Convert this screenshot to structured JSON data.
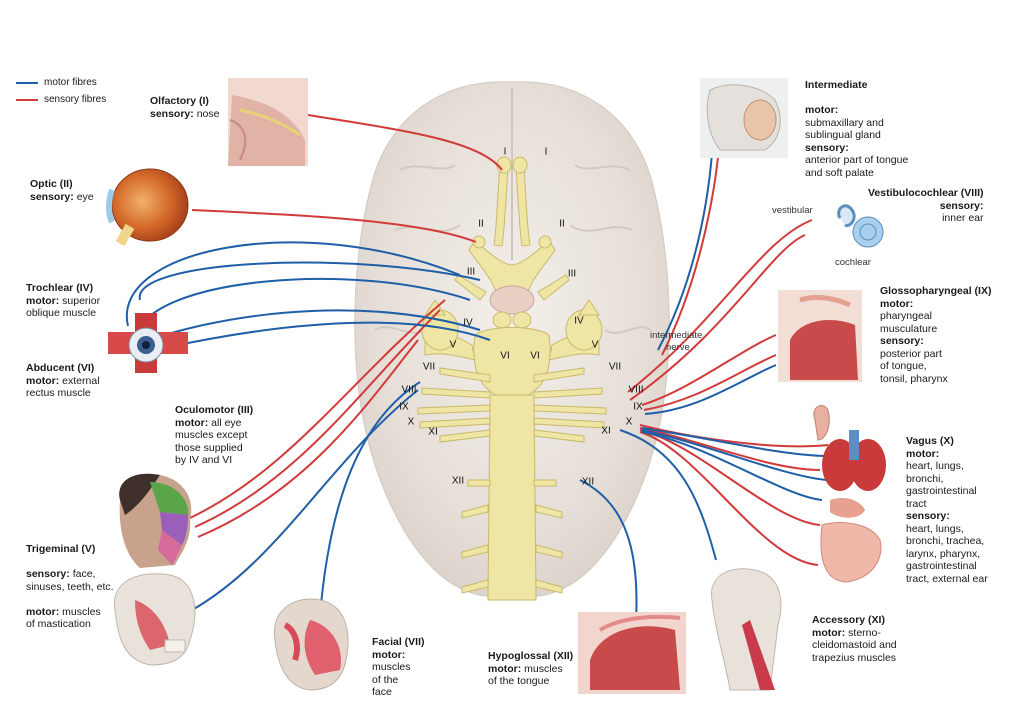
{
  "colors": {
    "motor": "#1f5fa8",
    "sensory": "#d23a3a",
    "nerve": "#efe6a6",
    "nerve_edge": "#c9b96a",
    "brain": "#e8e2dc",
    "brain_shade": "#d7cec6"
  },
  "legend": {
    "motor": "motor fibres",
    "sensory": "sensory fibres"
  },
  "nerves": {
    "olfactory": {
      "title": "Olfactory (I)",
      "lines": [
        {
          "k": "sensory:",
          "v": " nose"
        }
      ]
    },
    "optic": {
      "title": "Optic (II)",
      "lines": [
        {
          "k": "sensory:",
          "v": " eye"
        }
      ]
    },
    "trochlear": {
      "title": "Trochlear (IV)",
      "lines": [
        {
          "k": "motor:",
          "v": " superior"
        },
        {
          "k": "",
          "v": "oblique muscle"
        }
      ]
    },
    "abducent": {
      "title": "Abducent (VI)",
      "lines": [
        {
          "k": "motor:",
          "v": " external"
        },
        {
          "k": "",
          "v": "rectus muscle"
        }
      ]
    },
    "oculomotor": {
      "title": "Oculomotor (III)",
      "lines": [
        {
          "k": "motor:",
          "v": " all eye"
        },
        {
          "k": "",
          "v": "muscles except"
        },
        {
          "k": "",
          "v": "those supplied"
        },
        {
          "k": "",
          "v": "by IV and VI"
        }
      ]
    },
    "trigeminal": {
      "title": "Trigeminal (V)",
      "lines": [
        {
          "k": "",
          "v": ""
        },
        {
          "k": "sensory:",
          "v": " face,"
        },
        {
          "k": "",
          "v": "sinuses, teeth, etc."
        },
        {
          "k": "",
          "v": ""
        },
        {
          "k": "motor:",
          "v": " muscles"
        },
        {
          "k": "",
          "v": "of mastication"
        }
      ]
    },
    "facial": {
      "title": "Facial (VII)",
      "lines": [
        {
          "k": "motor:",
          "v": ""
        },
        {
          "k": "",
          "v": "muscles"
        },
        {
          "k": "",
          "v": "of the"
        },
        {
          "k": "",
          "v": "face"
        }
      ]
    },
    "hypoglossal": {
      "title": "Hypoglossal (XII)",
      "lines": [
        {
          "k": "motor:",
          "v": " muscles"
        },
        {
          "k": "",
          "v": "of the tongue"
        }
      ]
    },
    "accessory": {
      "title": "Accessory (XI)",
      "lines": [
        {
          "k": "motor:",
          "v": " sterno-"
        },
        {
          "k": "",
          "v": "cleidomastoid and"
        },
        {
          "k": "",
          "v": "trapezius muscles"
        }
      ]
    },
    "intermediate": {
      "title": "Intermediate",
      "lines": [
        {
          "k": "",
          "v": ""
        },
        {
          "k": "motor:",
          "v": ""
        },
        {
          "k": "",
          "v": "submaxillary and"
        },
        {
          "k": "",
          "v": "sublingual gland"
        },
        {
          "k": "sensory:",
          "v": ""
        },
        {
          "k": "",
          "v": "anterior part of tongue"
        },
        {
          "k": "",
          "v": "and soft palate"
        }
      ]
    },
    "vestibulocochlear": {
      "title": "Vestibulocochlear (VIII)",
      "lines": [
        {
          "k": "sensory:",
          "v": ""
        },
        {
          "k": "",
          "v": "inner ear"
        }
      ]
    },
    "glossopharyngeal": {
      "title": "Glossopharyngeal (IX)",
      "lines": [
        {
          "k": "motor:",
          "v": ""
        },
        {
          "k": "",
          "v": "pharyngeal"
        },
        {
          "k": "",
          "v": "musculature"
        },
        {
          "k": "sensory:",
          "v": ""
        },
        {
          "k": "",
          "v": "posterior part"
        },
        {
          "k": "",
          "v": "of tongue,"
        },
        {
          "k": "",
          "v": "tonsil, pharynx"
        }
      ]
    },
    "vagus": {
      "title": "Vagus (X)",
      "lines": [
        {
          "k": "motor:",
          "v": ""
        },
        {
          "k": "",
          "v": "heart, lungs,"
        },
        {
          "k": "",
          "v": "bronchi,"
        },
        {
          "k": "",
          "v": "gastrointestinal"
        },
        {
          "k": "",
          "v": "tract"
        },
        {
          "k": "sensory:",
          "v": ""
        },
        {
          "k": "",
          "v": "heart, lungs,"
        },
        {
          "k": "",
          "v": "bronchi, trachea,"
        },
        {
          "k": "",
          "v": "larynx, pharynx,"
        },
        {
          "k": "",
          "v": "gastrointestinal"
        },
        {
          "k": "",
          "v": "tract, external ear"
        }
      ]
    }
  },
  "small_labels": {
    "vestibular": "vestibular",
    "cochlear": "cochlear",
    "intermediate_nerve_1": "intermediate",
    "intermediate_nerve_2": "nerve"
  },
  "roman": {
    "I_l": "I",
    "I_r": "I",
    "II_l": "II",
    "II_r": "II",
    "III_l": "III",
    "III_r": "III",
    "IV_l": "IV",
    "IV_r": "IV",
    "V_l": "V",
    "V_r": "V",
    "VI_l": "VI",
    "VI_r": "VI",
    "VII_l": "VII",
    "VII_r": "VII",
    "VIII_l": "VIII",
    "VIII_r": "VIII",
    "IX_l": "IX",
    "IX_r": "IX",
    "X_l": "X",
    "X_r": "X",
    "XI_l": "XI",
    "XI_r": "XI",
    "XII_l": "XII",
    "XII_r": "XII"
  }
}
